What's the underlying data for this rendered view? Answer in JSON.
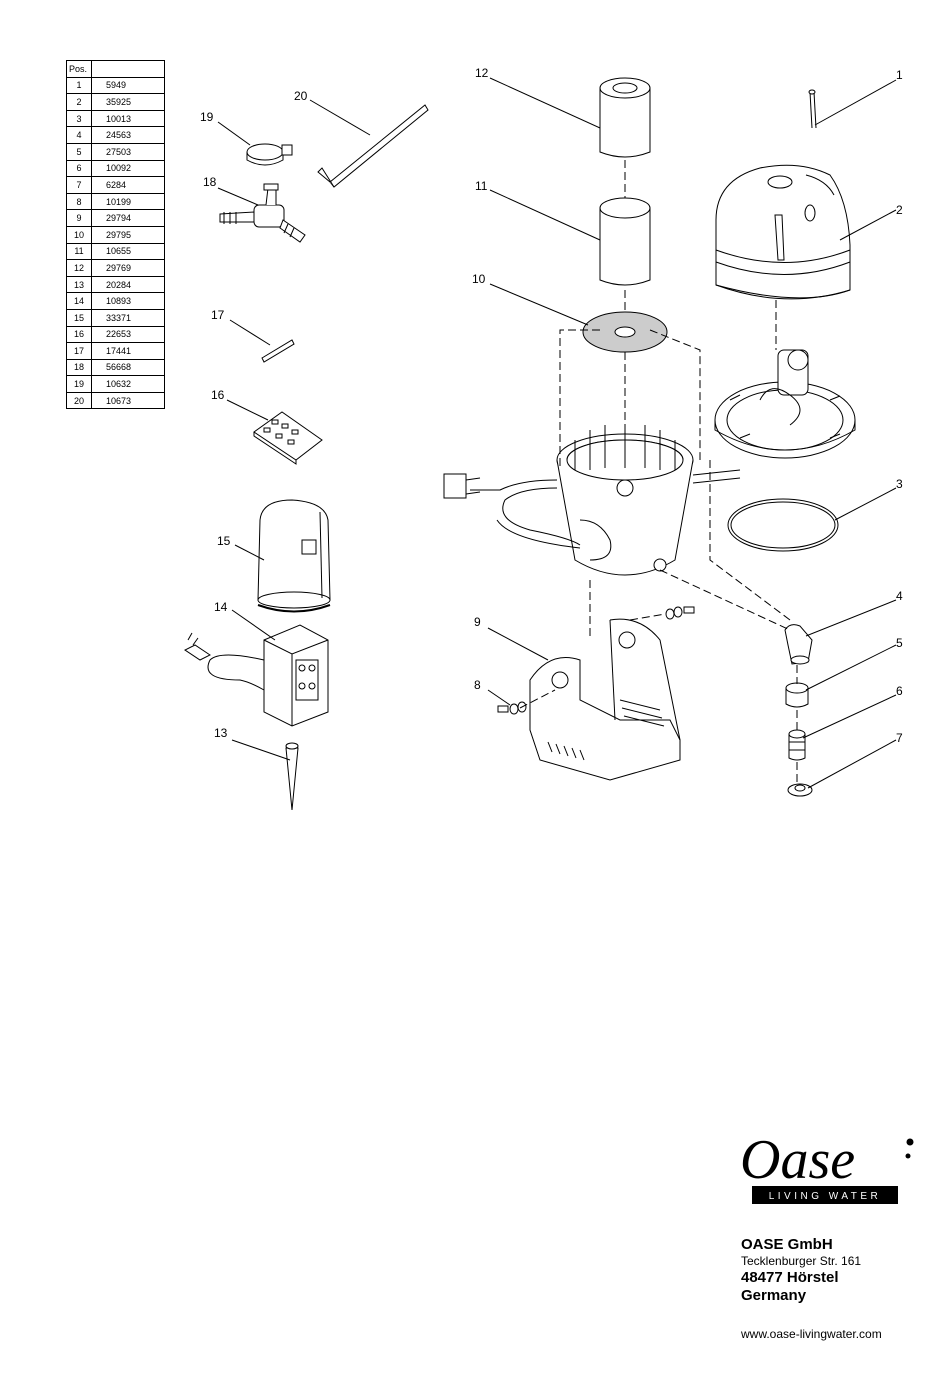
{
  "parts_table": {
    "header_pos": "Pos.",
    "header_art": "",
    "rows": [
      {
        "pos": "1",
        "art": "5949"
      },
      {
        "pos": "2",
        "art": "35925"
      },
      {
        "pos": "3",
        "art": "10013"
      },
      {
        "pos": "4",
        "art": "24563"
      },
      {
        "pos": "5",
        "art": "27503"
      },
      {
        "pos": "6",
        "art": "10092"
      },
      {
        "pos": "7",
        "art": "6284"
      },
      {
        "pos": "8",
        "art": "10199"
      },
      {
        "pos": "9",
        "art": "29794"
      },
      {
        "pos": "10",
        "art": "29795"
      },
      {
        "pos": "11",
        "art": "10655"
      },
      {
        "pos": "12",
        "art": "29769"
      },
      {
        "pos": "13",
        "art": "20284"
      },
      {
        "pos": "14",
        "art": "10893"
      },
      {
        "pos": "15",
        "art": "33371"
      },
      {
        "pos": "16",
        "art": "22653"
      },
      {
        "pos": "17",
        "art": "17441"
      },
      {
        "pos": "18",
        "art": "56668"
      },
      {
        "pos": "19",
        "art": "10632"
      },
      {
        "pos": "20",
        "art": "10673"
      }
    ]
  },
  "callouts": {
    "c1": "1",
    "c2": "2",
    "c3": "3",
    "c4": "4",
    "c5": "5",
    "c6": "6",
    "c7": "7",
    "c8": "8",
    "c9": "9",
    "c10": "10",
    "c11": "11",
    "c12": "12",
    "c13": "13",
    "c14": "14",
    "c15": "15",
    "c16": "16",
    "c17": "17",
    "c18": "18",
    "c19": "19",
    "c20": "20"
  },
  "logo": {
    "wordmark": "Oase",
    "tagline": "LIVING WATER"
  },
  "company": {
    "name": "OASE GmbH",
    "street": "Tecklenburger Str. 161",
    "city": "48477 Hörstel",
    "country": "Germany",
    "website": "www.oase-livingwater.com"
  }
}
